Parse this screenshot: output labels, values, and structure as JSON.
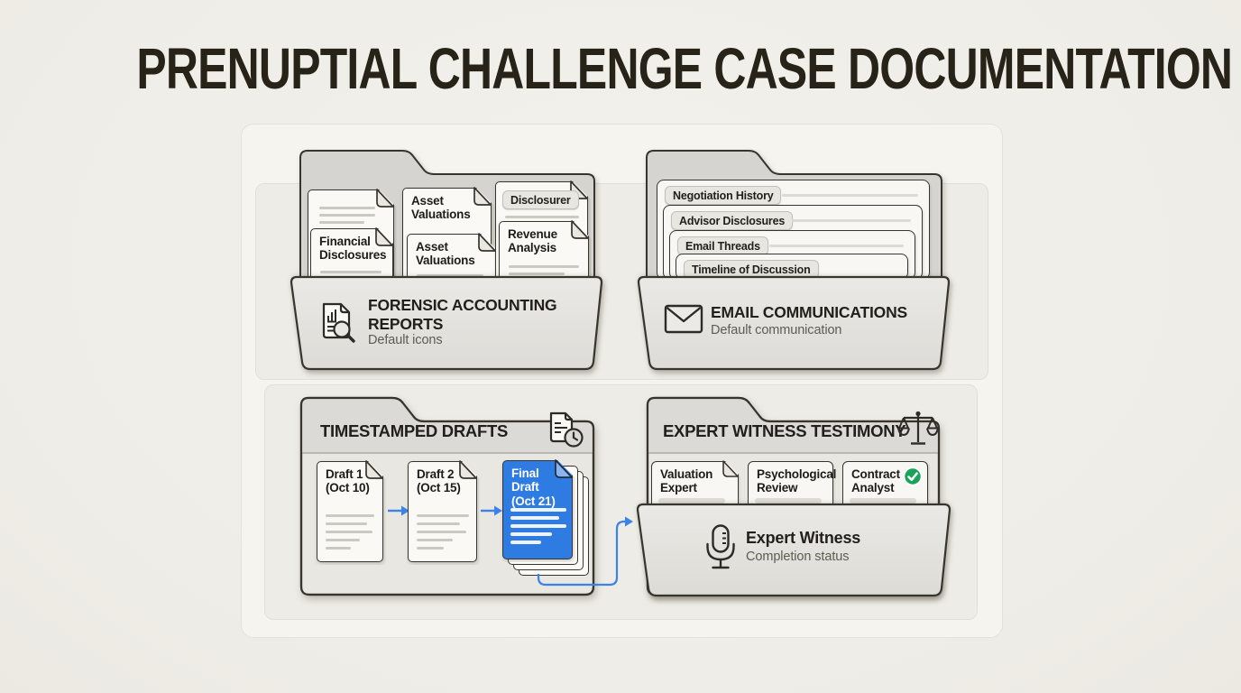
{
  "title": "PRENUPTIAL CHALLENGE CASE DOCUMENTATION",
  "colors": {
    "paper_background": "#f0eee8",
    "folder_gray": "#d6d4d0",
    "accent_blue": "#2e7ce2",
    "arrow_blue": "#3c82e8",
    "success_green": "#18a357",
    "ink": "#23201b"
  },
  "folders": {
    "forensic": {
      "name": "FORENSIC ACCOUNTING REPORTS",
      "caption": "Default icons",
      "icon": "magnifier-document-icon",
      "docs": {
        "financial": "Financial Disclosures",
        "asset_back": "Asset Valuations",
        "asset_front": "Asset Valuations",
        "disclosure_tag": "Disclosurer",
        "revenue": "Revenue Analysis"
      }
    },
    "email": {
      "name": "EMAIL COMMUNICATIONS",
      "caption": "Default communication",
      "icon": "envelope-icon",
      "sheets": [
        "Negotiation History",
        "Advisor Disclosures",
        "Email Threads",
        "Timeline of Discussion"
      ]
    },
    "drafts": {
      "name": "TIMESTAMPED DRAFTS",
      "icon": "document-clock-icon",
      "items": [
        {
          "label": "Draft 1",
          "date": "(Oct 10)"
        },
        {
          "label": "Draft 2",
          "date": "(Oct 15)"
        },
        {
          "label": "Final Draft",
          "date": "(Oct 21)"
        }
      ]
    },
    "expert": {
      "name": "EXPERT WITNESS TESTIMONY",
      "icon": "scales-icon",
      "cards": [
        "Valuation Expert",
        "Psychological Review",
        "Contract Analyst"
      ],
      "badge": "check-complete",
      "front": {
        "name": "Expert Witness",
        "caption": "Completion status"
      }
    }
  }
}
